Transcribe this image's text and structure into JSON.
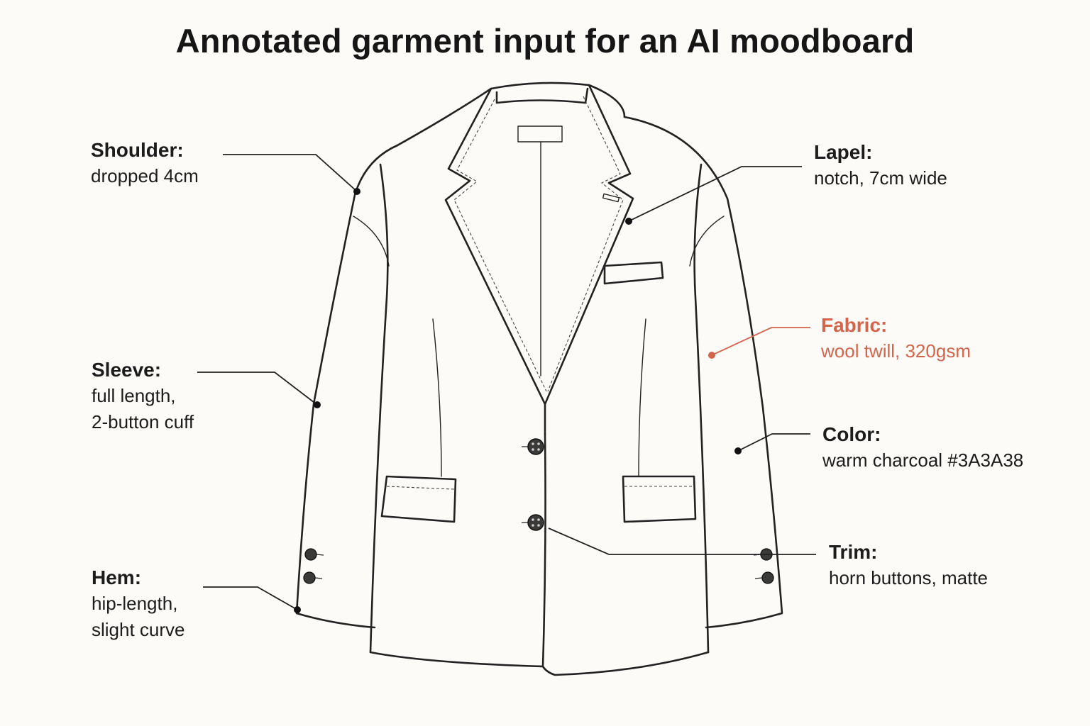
{
  "title": "Annotated garment input for an AI moodboard",
  "colors": {
    "ink": "#1c1c1c",
    "line": "#222222",
    "accent": "#d4644a",
    "background": "#fcfbf7",
    "button": "#3a3a38"
  },
  "annotations": [
    {
      "id": "shoulder",
      "label": "Shoulder:",
      "lines": [
        "dropped 4cm"
      ],
      "highlight": false
    },
    {
      "id": "sleeve",
      "label": "Sleeve:",
      "lines": [
        "full length,",
        "2-button cuff"
      ],
      "highlight": false
    },
    {
      "id": "hem",
      "label": "Hem:",
      "lines": [
        "hip-length,",
        "slight curve"
      ],
      "highlight": false
    },
    {
      "id": "lapel",
      "label": "Lapel:",
      "lines": [
        "notch, 7cm wide"
      ],
      "highlight": false
    },
    {
      "id": "fabric",
      "label": "Fabric:",
      "lines": [
        "wool twill, 320gsm"
      ],
      "highlight": true
    },
    {
      "id": "color",
      "label": "Color:",
      "lines": [
        "warm charcoal #3A3A38"
      ],
      "highlight": false
    },
    {
      "id": "trim",
      "label": "Trim:",
      "lines": [
        "horn buttons, matte"
      ],
      "highlight": false
    }
  ]
}
